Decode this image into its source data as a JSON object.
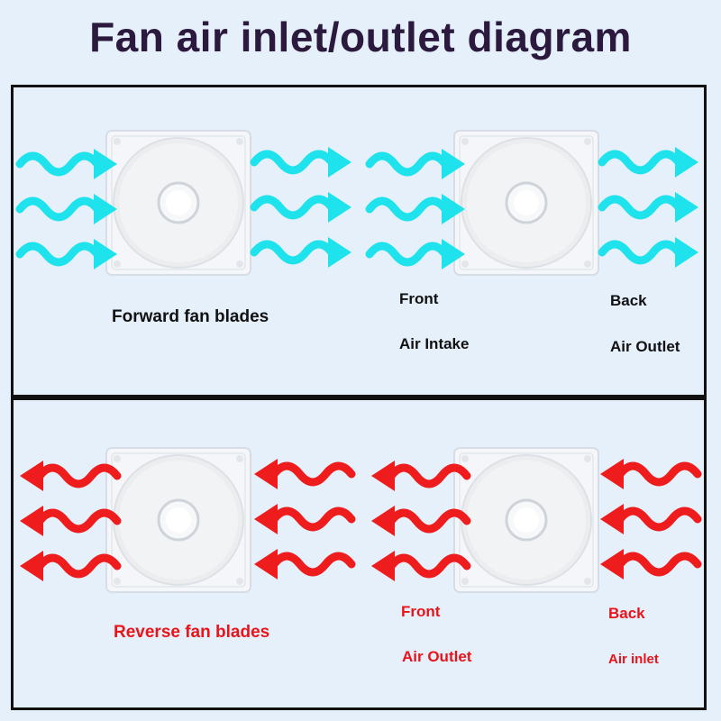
{
  "title": "Fan air inlet/outlet diagram",
  "colors": {
    "forward_arrow": "#1fe3ec",
    "reverse_arrow": "#ee1c1c",
    "background": "#e6f0fb",
    "title": "#2b1a3d"
  },
  "forward": {
    "caption": "Forward fan blades",
    "front_label": "Front",
    "front_role": "Air Intake",
    "back_label": "Back",
    "back_role": "Air Outlet"
  },
  "reverse": {
    "caption": "Reverse fan blades",
    "front_label": "Front",
    "front_role": "Air Outlet",
    "back_label": "Back",
    "back_role": "Air inlet"
  }
}
